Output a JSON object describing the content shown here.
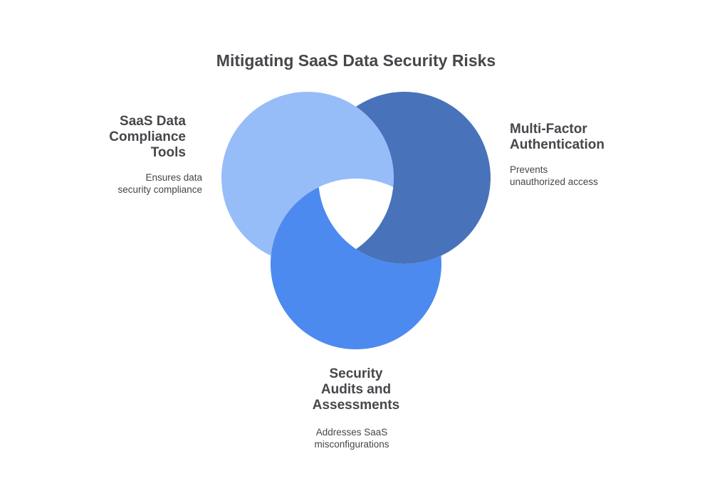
{
  "title": "Mitigating SaaS Data Security Risks",
  "colors": {
    "background": "#ffffff",
    "text": "#45474b",
    "circle_left": "#97BDF8",
    "circle_right": "#4873BA",
    "circle_bottom": "#4D8AF0"
  },
  "venn": {
    "type": "venn-3-interlocked",
    "items": [
      {
        "id": "saas-data-compliance-tools",
        "position": "top-left",
        "color": "#97BDF8",
        "label_lines": [
          "SaaS Data",
          "Compliance",
          "Tools"
        ],
        "description_lines": [
          "Ensures data",
          "security compliance"
        ]
      },
      {
        "id": "multi-factor-authentication",
        "position": "top-right",
        "color": "#4873BA",
        "label_lines": [
          "Multi-Factor",
          "Authentication"
        ],
        "description_lines": [
          "Prevents",
          "unauthorized access"
        ]
      },
      {
        "id": "security-audits-assessments",
        "position": "bottom",
        "color": "#4D8AF0",
        "label_lines": [
          "Security",
          "Audits and",
          "Assessments"
        ],
        "description_lines": [
          "Addresses SaaS",
          "misconfigurations"
        ]
      }
    ]
  }
}
